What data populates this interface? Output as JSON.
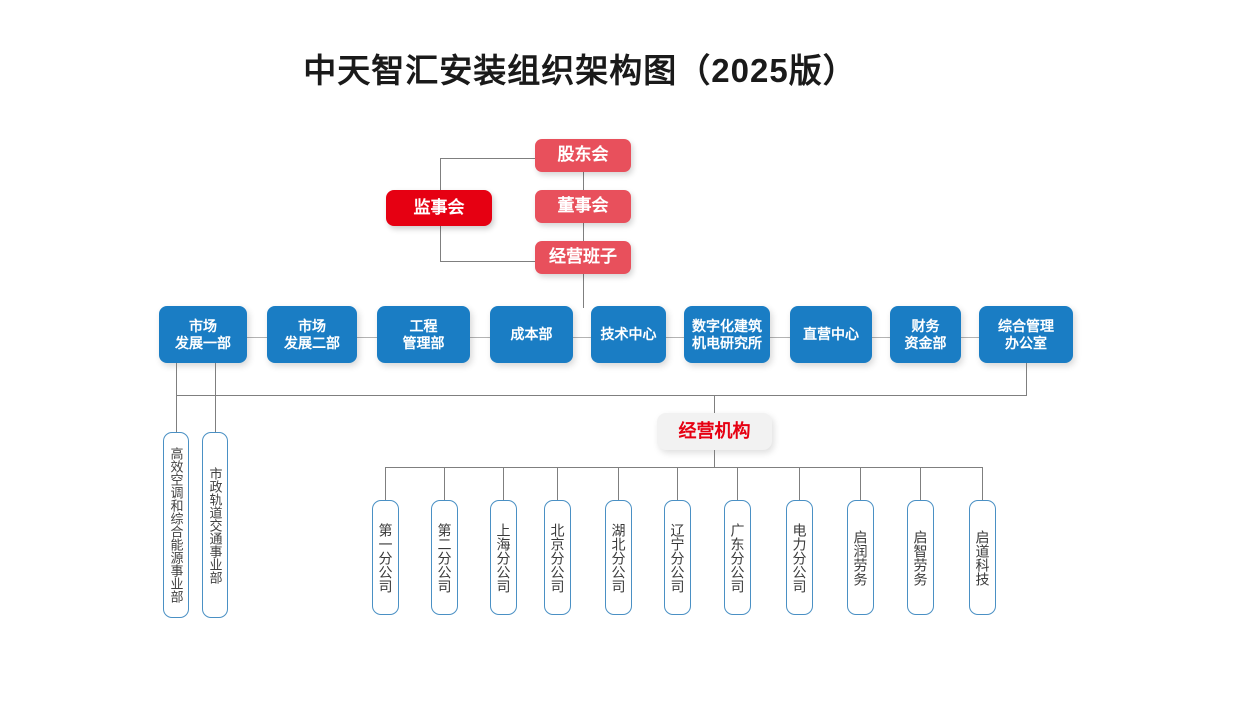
{
  "chart_title": "中天智汇安装组织架构图（2025版）",
  "colors": {
    "governance_red": "#e8505c",
    "supervisory_red": "#e60012",
    "department_blue": "#1a7dc4",
    "pill_bg": "#f2f2f2",
    "pill_text": "#e60012",
    "outline_blue": "#4a90c4",
    "connector_gray": "#7f7f7f",
    "title_text": "#1a1a1a"
  },
  "governance": {
    "shareholders": "股东会",
    "board": "董事会",
    "management": "经营班子",
    "supervisory": "监事会"
  },
  "departments": [
    {
      "label": "市场\n发展一部"
    },
    {
      "label": "市场\n发展二部"
    },
    {
      "label": "工程\n管理部"
    },
    {
      "label": "成本部"
    },
    {
      "label": "技术中心"
    },
    {
      "label": "数字化建筑\n机电研究所"
    },
    {
      "label": "直营中心"
    },
    {
      "label": "财务\n资金部"
    },
    {
      "label": "综合管理\n办公室"
    }
  ],
  "business_units": [
    {
      "label": "高效空调和综合能源事业部"
    },
    {
      "label": "市政轨道交通事业部"
    }
  ],
  "operating_group": {
    "label": "经营机构"
  },
  "subsidiaries": [
    {
      "label": "第一分公司"
    },
    {
      "label": "第二分公司"
    },
    {
      "label": "上海分公司"
    },
    {
      "label": "北京分公司"
    },
    {
      "label": "湖北分公司"
    },
    {
      "label": "辽宁分公司"
    },
    {
      "label": "广东分公司"
    },
    {
      "label": "电力分公司"
    },
    {
      "label": "启润劳务"
    },
    {
      "label": "启智劳务"
    },
    {
      "label": "启道科技"
    }
  ]
}
